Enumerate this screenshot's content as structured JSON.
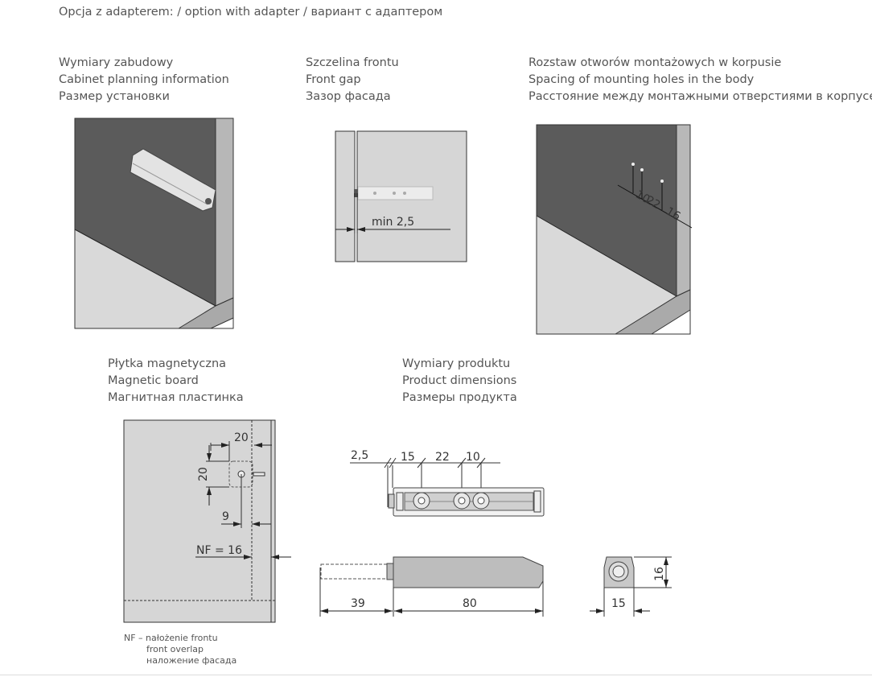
{
  "title": "Opcja z adapterem: / option with adapter / вариант с адаптером",
  "sections": {
    "cabinet": [
      "Wymiary zabudowy",
      "Cabinet planning information",
      "Размер установки"
    ],
    "front_gap": [
      "Szczelina frontu",
      "Front gap",
      "Зазор фасада"
    ],
    "mounting": [
      "Rozstaw otworów montażowych w korpusie",
      "Spacing of mounting holes in the body",
      "Расстояние между монтажными отверстиями в корпусе"
    ],
    "magnetic": [
      "Płytka magnetyczna",
      "Magnetic board",
      "Магнитная пластинка"
    ],
    "product": [
      "Wymiary produktu",
      "Product dimensions",
      "Размеры продукта"
    ]
  },
  "dims": {
    "front_gap": "min 2,5",
    "mounting": [
      "10",
      "22",
      "16"
    ],
    "magnetic": {
      "width": "20",
      "height": "20",
      "offset": "9",
      "nf": "NF = 16"
    },
    "product_top": [
      "2,5",
      "15",
      "22",
      "10"
    ],
    "product_side": [
      "39",
      "80"
    ],
    "product_end": {
      "height": "16",
      "width": "15"
    }
  },
  "legend": [
    "NF – nałożenie frontu",
    "front overlap",
    "наложение фасада"
  ]
}
